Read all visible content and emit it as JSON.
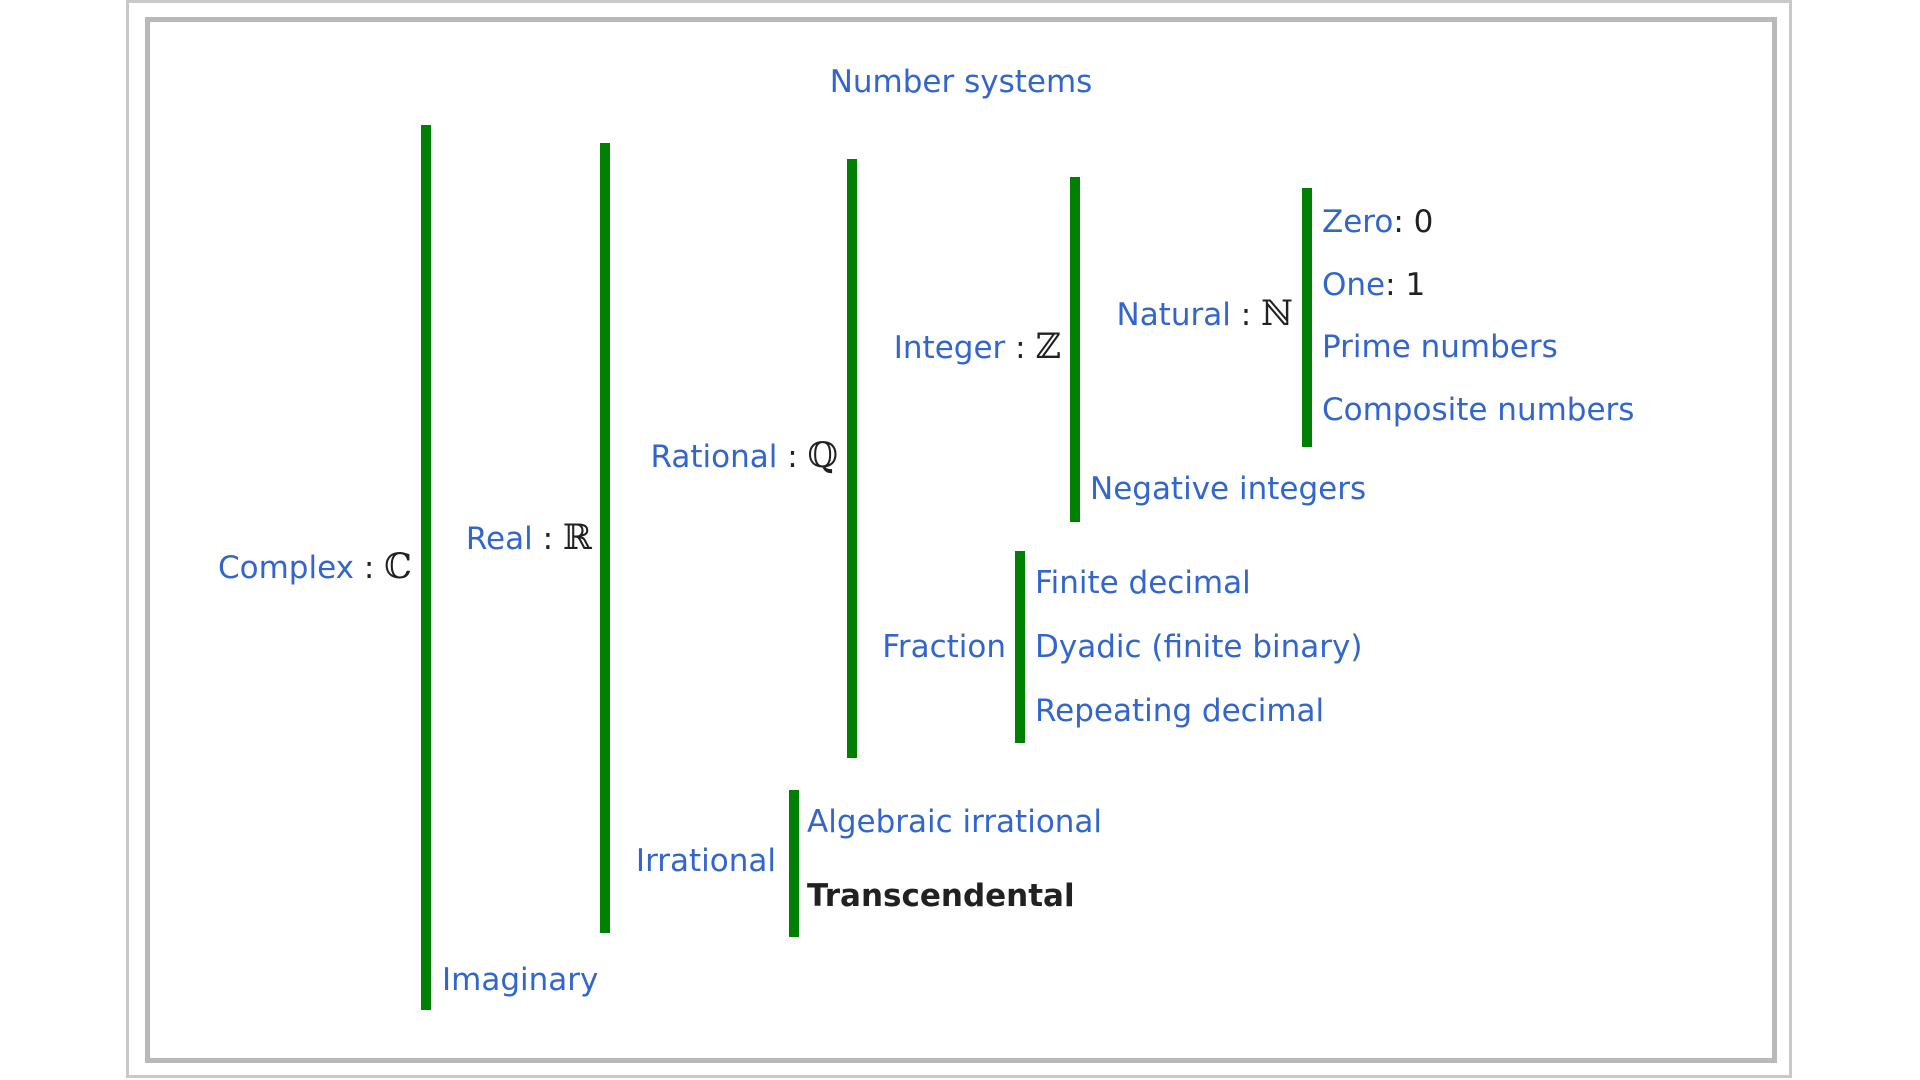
{
  "title": "Number systems",
  "sep_symbol": " : ",
  "colors": {
    "bar_green": "#008000",
    "link_blue": "#3366cc",
    "text": "#202122",
    "outer_border": "#c9c9c9",
    "inner_border": "#b9b9b9"
  },
  "nodes": {
    "complex": {
      "label": "Complex",
      "symbol": "ℂ"
    },
    "real": {
      "label": "Real",
      "symbol": "ℝ"
    },
    "rational": {
      "label": "Rational",
      "symbol": "ℚ"
    },
    "integer": {
      "label": "Integer",
      "symbol": "ℤ"
    },
    "natural": {
      "label": "Natural",
      "symbol": "ℕ"
    },
    "zero": {
      "label": "Zero",
      "sep": ": ",
      "value": "0"
    },
    "one": {
      "label": "One",
      "sep": ": ",
      "value": "1"
    },
    "prime": {
      "label": "Prime numbers"
    },
    "composite": {
      "label": "Composite numbers"
    },
    "negative": {
      "label": "Negative integers"
    },
    "fraction": {
      "label": "Fraction"
    },
    "finite": {
      "label": "Finite decimal"
    },
    "dyadic": {
      "label": "Dyadic (finite binary)"
    },
    "repeating": {
      "label": "Repeating decimal"
    },
    "irrational": {
      "label": "Irrational"
    },
    "algebraic": {
      "label": "Algebraic irrational"
    },
    "transcendental": {
      "label": "Transcendental"
    },
    "imaginary": {
      "label": "Imaginary"
    }
  }
}
